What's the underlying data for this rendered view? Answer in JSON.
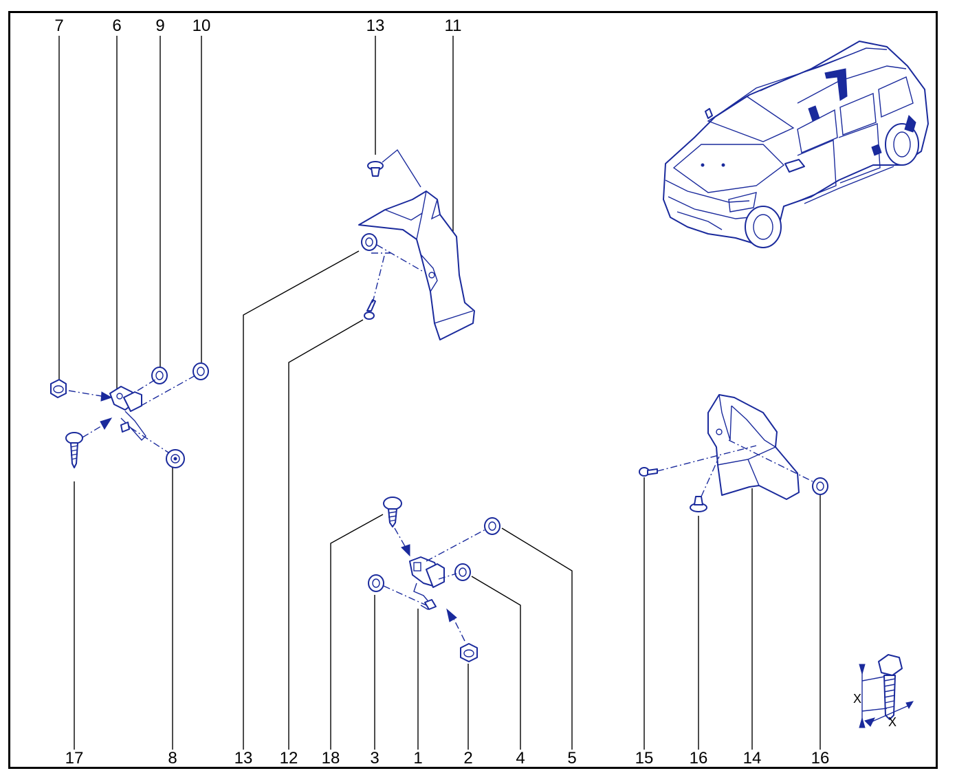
{
  "diagram": {
    "accent_color": "#1a2a9c",
    "top_labels": [
      "7",
      "6",
      "9",
      "10",
      "13",
      "11"
    ],
    "bottom_labels": [
      "17",
      "8",
      "13",
      "12",
      "18",
      "3",
      "1",
      "2",
      "4",
      "5",
      "15",
      "16",
      "14",
      "16"
    ],
    "dimension_labels": [
      "X",
      "X"
    ],
    "icons": [
      "car-illustration",
      "bolt-dimension-icon"
    ]
  }
}
